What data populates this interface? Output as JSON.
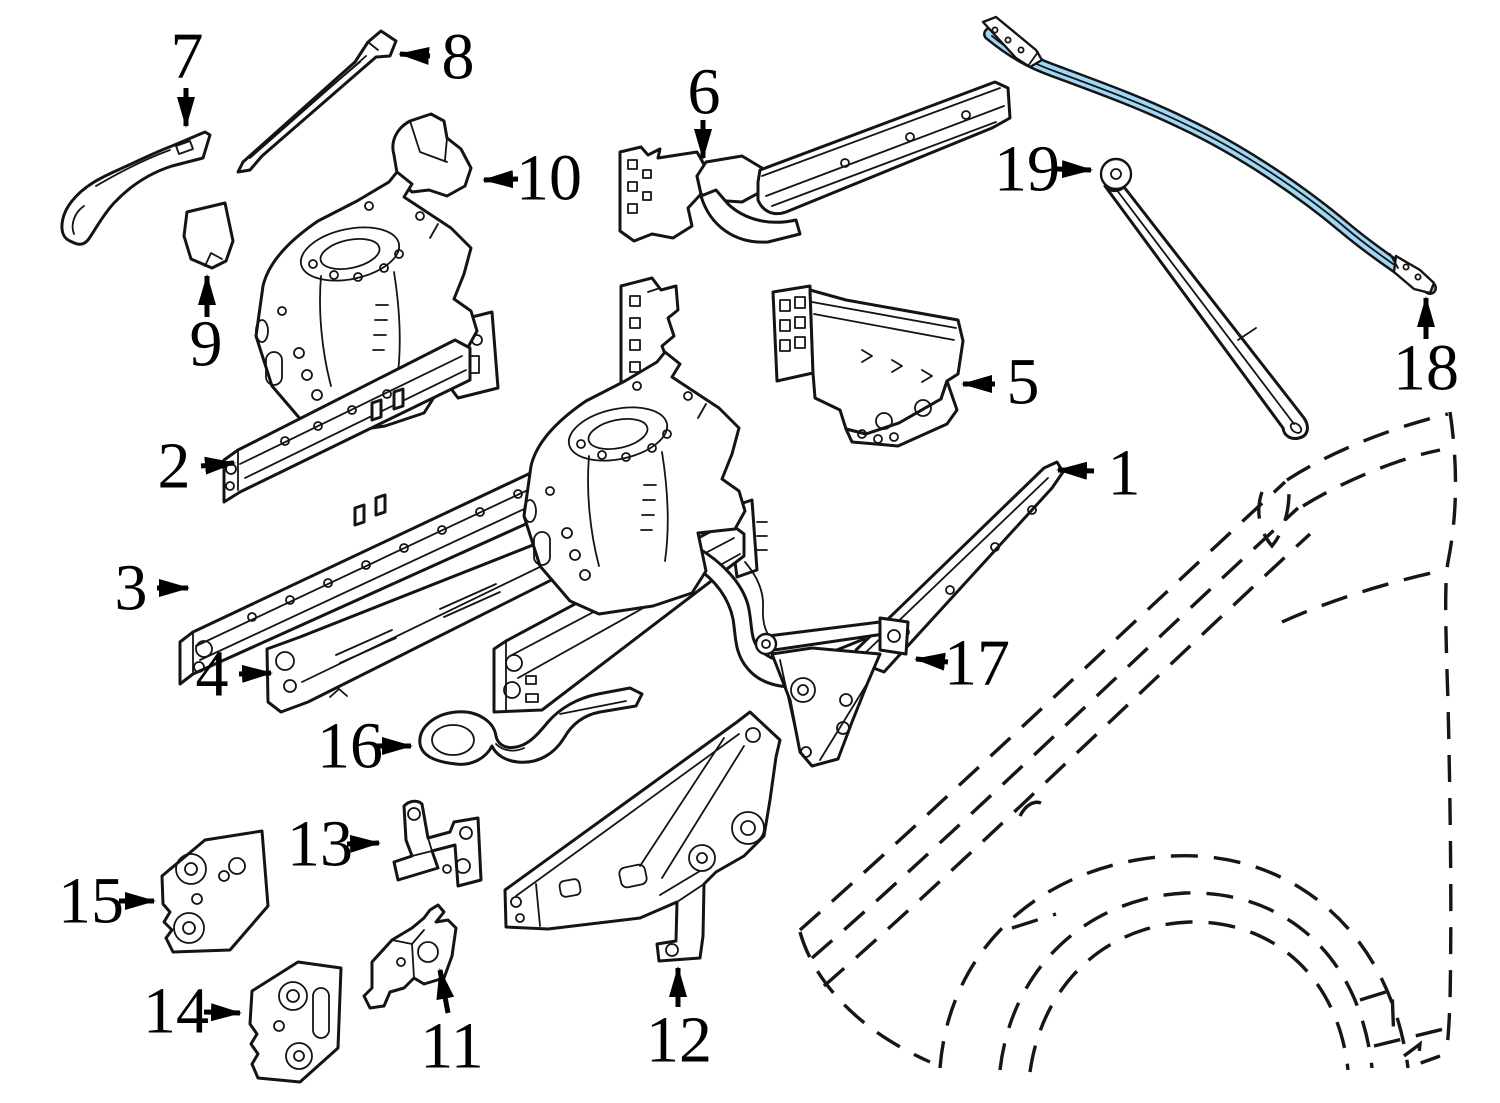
{
  "diagram": {
    "background": "#ffffff",
    "line_color": "#141414",
    "highlight_color": "#9fd8f5",
    "callouts": [
      {
        "label": "1"
      },
      {
        "label": "2"
      },
      {
        "label": "3"
      },
      {
        "label": "4"
      },
      {
        "label": "5"
      },
      {
        "label": "6"
      },
      {
        "label": "7"
      },
      {
        "label": "8"
      },
      {
        "label": "9"
      },
      {
        "label": "10"
      },
      {
        "label": "11"
      },
      {
        "label": "12"
      },
      {
        "label": "13"
      },
      {
        "label": "14"
      },
      {
        "label": "15"
      },
      {
        "label": "16"
      },
      {
        "label": "17"
      },
      {
        "label": "18"
      },
      {
        "label": "19"
      }
    ]
  }
}
